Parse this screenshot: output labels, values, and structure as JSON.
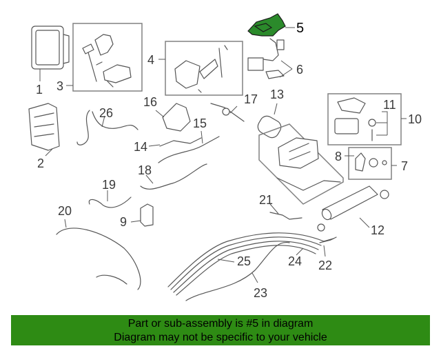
{
  "callouts": {
    "c1": "1",
    "c2": "2",
    "c3": "3",
    "c4": "4",
    "c5": "5",
    "c6": "6",
    "c7": "7",
    "c8": "8",
    "c9": "9",
    "c10": "10",
    "c11": "11",
    "c12": "12",
    "c13": "13",
    "c14": "14",
    "c15": "15",
    "c16": "16",
    "c17": "17",
    "c18": "18",
    "c19": "19",
    "c20": "20",
    "c21": "21",
    "c22": "22",
    "c23": "23",
    "c24": "24",
    "c25": "25",
    "c26": "26"
  },
  "highlighted_part": "5",
  "colors": {
    "highlight": "#2b8a2b",
    "banner": "#2e8b14",
    "line": "#555555"
  },
  "banner": {
    "line1": "Part or sub-assembly is #5 in diagram",
    "line2": "Diagram may not be specific to your vehicle"
  }
}
